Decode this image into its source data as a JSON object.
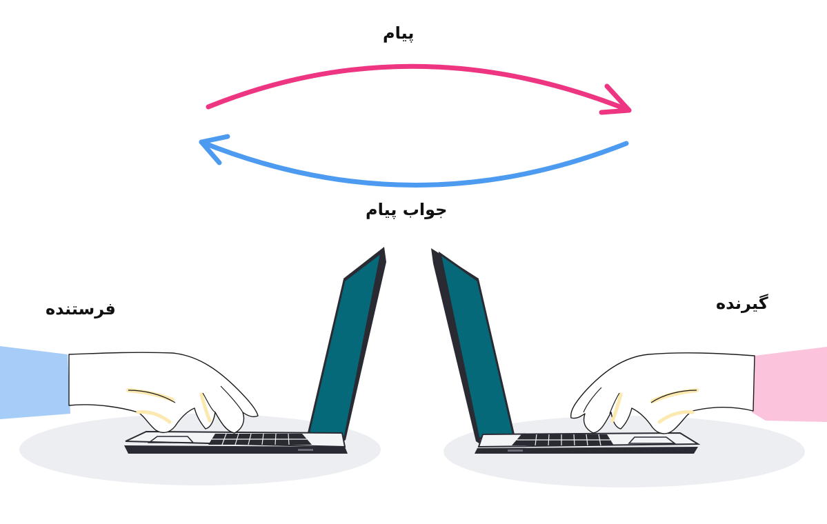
{
  "labels": {
    "message": "پیام",
    "reply": "جواب پیام",
    "sender": "فرستنده",
    "receiver": "گیرنده"
  },
  "colors": {
    "message_arrow": "#ee3582",
    "reply_arrow": "#4d9bf0",
    "laptop_body": "#2a2a33",
    "laptop_screen": "#06697a",
    "sender_sleeve": "#a6cdf7",
    "receiver_sleeve": "#fbc3dc",
    "shadow": "#eceef2"
  }
}
